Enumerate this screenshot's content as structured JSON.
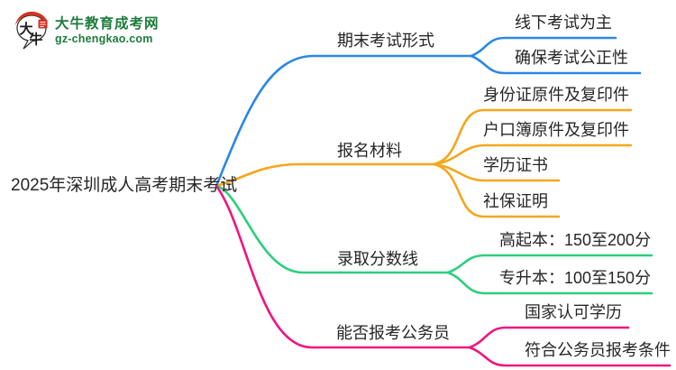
{
  "logo": {
    "site_name": "大牛教育成考网",
    "site_url": "gz-chengkao.com",
    "icon_chars": [
      "大",
      "牛"
    ],
    "colors": {
      "brand_green": "#1E7B3C",
      "seal_red": "#D8301F"
    }
  },
  "mindmap": {
    "root": "2025年深圳成人高考期末考试",
    "text_color": "#262626",
    "branches": [
      {
        "label": "期末考试形式",
        "color": "#2B87E3",
        "children": [
          "线下考试为主",
          "确保考试公正性"
        ]
      },
      {
        "label": "报名材料",
        "color": "#F5A61B",
        "children": [
          "身份证原件及复印件",
          "户口簿原件及复印件",
          "学历证书",
          "社保证明"
        ]
      },
      {
        "label": "录取分数线",
        "color": "#2BCF7C",
        "children": [
          "高起本：150至200分",
          "专升本：100至150分"
        ]
      },
      {
        "label": "能否报考公务员",
        "color": "#F2137E",
        "children": [
          "国家认可学历",
          "符合公务员报考条件"
        ]
      }
    ]
  }
}
